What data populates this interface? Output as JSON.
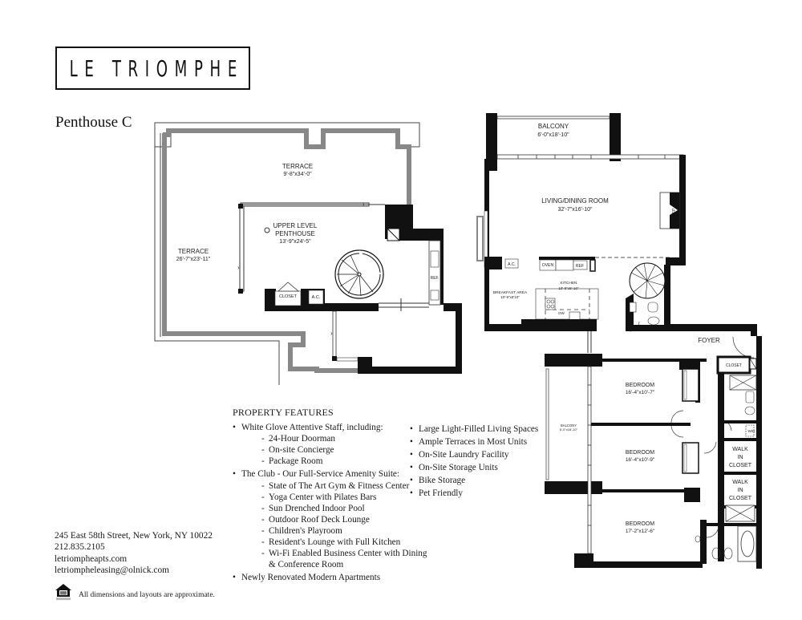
{
  "brand": {
    "logo_text": "LE TRIOMPHE"
  },
  "unit": {
    "title": "Penthouse C"
  },
  "rooms": {
    "terrace_top": {
      "name": "TERRACE",
      "dims": "9'-8\"x34'-0\""
    },
    "terrace_left": {
      "name": "TERRACE",
      "dims": "26'-7\"x23'-11\""
    },
    "upper_level": {
      "name_line1": "UPPER LEVEL",
      "name_line2": "PENTHOUSE",
      "dims": "13'-9\"x24'-5\""
    },
    "upper_closet": "CLOSET",
    "upper_ac": "A.C.",
    "upper_ref": "REF.",
    "balcony_top": {
      "name": "BALCONY",
      "dims": "6'-0\"x18'-10\""
    },
    "living": {
      "name": "LIVING/DINING ROOM",
      "dims": "32'-7\"x16'-10\""
    },
    "kitchen": {
      "name": "KITCHEN",
      "dims": "10'-9\"x8'-10\""
    },
    "breakfast": {
      "name": "BREAKFAST AREA",
      "dims": "10'-9\"x8'10\""
    },
    "ac": "A.C.",
    "oven": "OVEN",
    "ref": "REF",
    "dw": "DW",
    "foyer": "FOYER",
    "closet": "CLOSET",
    "wd": "W/D",
    "bedroom1": {
      "name": "BEDROOM",
      "dims": "16'-4\"x10'-7\""
    },
    "bedroom2": {
      "name": "BEDROOM",
      "dims": "16'-4\"x10'-9\""
    },
    "bedroom3": {
      "name": "BEDROOM",
      "dims": "17'-2\"x12'-6\""
    },
    "balcony_side": {
      "name": "BALCONY",
      "dims": "6'-0\"x18'-10\""
    },
    "walk_in_1": {
      "l1": "WALK",
      "l2": "IN",
      "l3": "CLOSET"
    },
    "walk_in_2": {
      "l1": "WALK",
      "l2": "IN",
      "l3": "CLOSET"
    }
  },
  "features": {
    "heading": "PROPERTY FEATURES",
    "staff": "White Glove Attentive Staff, including:",
    "staff_items": [
      "24-Hour Doorman",
      "On-site Concierge",
      "Package Room"
    ],
    "club": "The Club - Our Full-Service Amenity Suite:",
    "club_items": [
      "State of The Art Gym & Fitness Center",
      "Yoga Center with Pilates Bars",
      "Sun Drenched Indoor Pool",
      "Outdoor Roof Deck Lounge",
      "Children's Playroom",
      "Resident's Lounge with Full Kitchen",
      "Wi-Fi Enabled Business Center with Dining",
      "& Conference Room"
    ],
    "renovated": "Newly Renovated Modern Apartments",
    "right_column": [
      "Large Light-Filled Living Spaces",
      "Ample Terraces in Most Units",
      "On-Site Laundry Facility",
      "On-Site Storage Units",
      "Bike Storage",
      "Pet Friendly"
    ]
  },
  "contact": {
    "address": "245 East 58th Street, New York, NY  10022",
    "phone": "212.835.2105",
    "website": "letriompheapts.com",
    "email": "letriompheleasing@olnick.com"
  },
  "footer": {
    "icon": "equal-housing-opportunity-icon",
    "disclaimer": "All dimensions and layouts are approximate."
  },
  "colors": {
    "wall": "#111111",
    "terrace_wall": "#8a8a8a",
    "line": "#333333"
  }
}
